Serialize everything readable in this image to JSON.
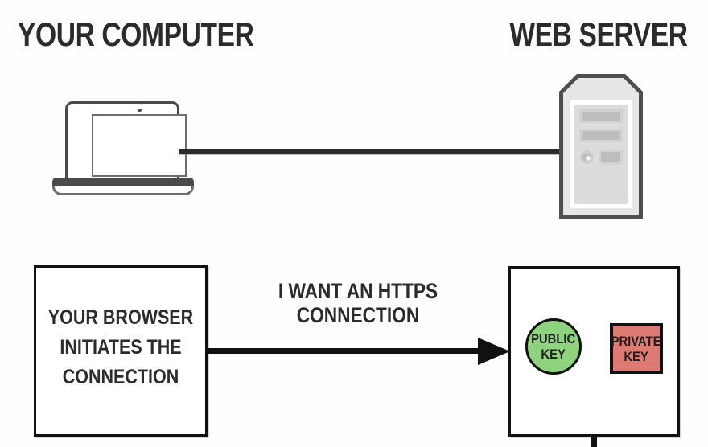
{
  "diagram": {
    "title_left": "YOUR COMPUTER",
    "title_right": "WEB SERVER",
    "colors": {
      "public_key_fill": "#8ed47f",
      "private_key_fill": "#dd7a72",
      "stroke": "#111111",
      "device_stroke": "#4b4b4b",
      "text": "#2b2b2b"
    }
  },
  "devices": {
    "client": {
      "icon": "laptop-icon"
    },
    "server": {
      "icon": "server-tower-icon"
    }
  },
  "flow": {
    "browser_box": {
      "text": "YOUR BROWSER\nINITIATES THE\nCONNECTION"
    },
    "arrow_label": "I WANT AN HTTPS CONNECTION",
    "server_box": {
      "public_key": "PUBLIC\nKEY",
      "private_key": "PRIVATE\nKEY"
    }
  }
}
